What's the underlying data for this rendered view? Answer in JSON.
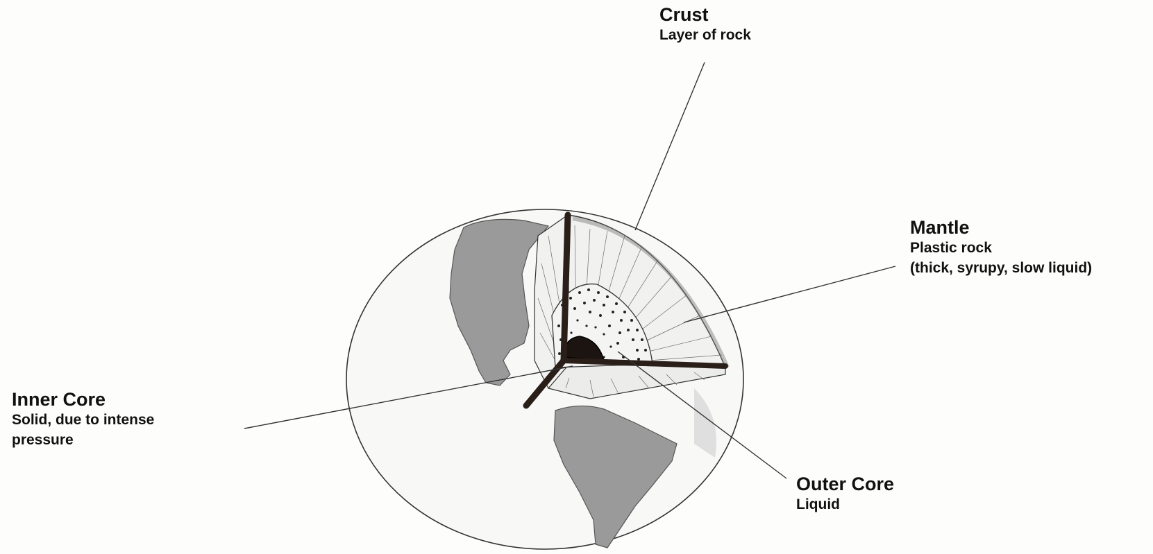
{
  "labels": {
    "crust": {
      "title": "Crust",
      "desc": "Layer of rock"
    },
    "mantle": {
      "title": "Mantle",
      "desc": "Plastic rock",
      "desc2": "(thick, syrupy, slow liquid)"
    },
    "inner_core": {
      "title": "Inner Core",
      "desc": "Solid, due to intense pressure"
    },
    "outer_core": {
      "title": "Outer Core",
      "desc": "Liquid"
    }
  },
  "colors": {
    "paper": "#fdfdfc",
    "ink": "#111111",
    "pencil": "#555555",
    "land": "#8c8c8c",
    "core": "#1c1410"
  }
}
